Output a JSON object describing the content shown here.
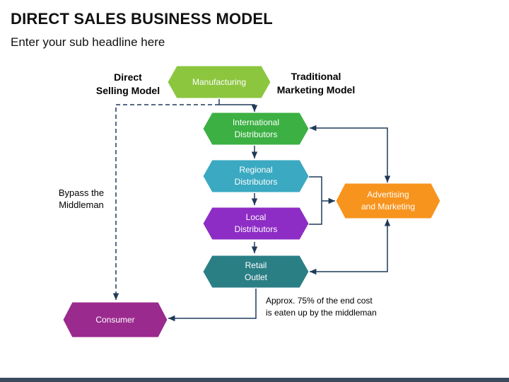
{
  "header": {
    "title": "DIRECT SALES BUSINESS MODEL",
    "subtitle": "Enter your sub headline here"
  },
  "labels": {
    "direct": "Direct\nSelling Model",
    "traditional": "Traditional\nMarketing Model",
    "bypass": "Bypass the\nMiddleman",
    "note": "Approx. 75% of the end cost\nis eaten up by the middleman"
  },
  "nodes": {
    "manufacturing": {
      "label": "Manufacturing",
      "color": "#8cc63f"
    },
    "international": {
      "label": "International\nDistributors",
      "color": "#3cb043"
    },
    "regional": {
      "label": "Regional\nDistributors",
      "color": "#3aa9c1"
    },
    "local": {
      "label": "Local\nDistributors",
      "color": "#8e2dc5"
    },
    "retail": {
      "label": "Retail\nOutlet",
      "color": "#2a7f85"
    },
    "advertising": {
      "label": "Advertising\nand Marketing",
      "color": "#f7941d"
    },
    "consumer": {
      "label": "Consumer",
      "color": "#9b2a8e"
    }
  }
}
